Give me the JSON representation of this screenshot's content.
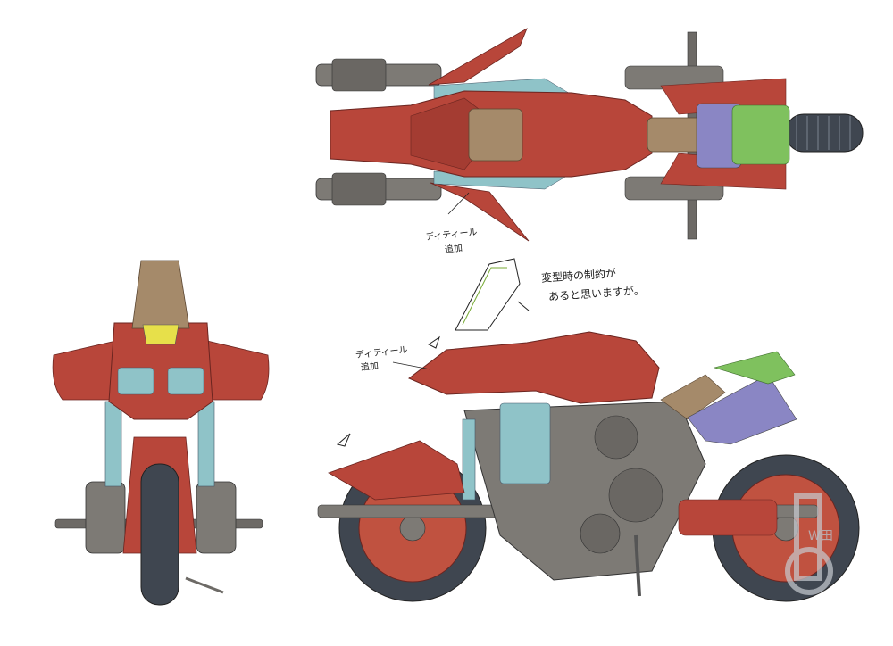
{
  "annotations": {
    "transform_note_line1": "変型時の制約が",
    "transform_note_line2": "あると思いますが。",
    "detail_note_top_line1": "ディティール",
    "detail_note_top_line2": "追加",
    "detail_note_side_line1": "ディティール",
    "detail_note_side_line2": "追加"
  },
  "watermark": {
    "text": "W田"
  },
  "colors": {
    "body_red": "#b8463a",
    "body_red_dark": "#8e3029",
    "frame_gray": "#7d7a75",
    "frame_dark": "#4f4d4a",
    "tan_seat": "#a58a6a",
    "light_blue": "#8fc3c8",
    "purple": "#8a86c4",
    "green": "#7fc15e",
    "tire": "#3f4650",
    "yellow": "#e7e04a"
  }
}
